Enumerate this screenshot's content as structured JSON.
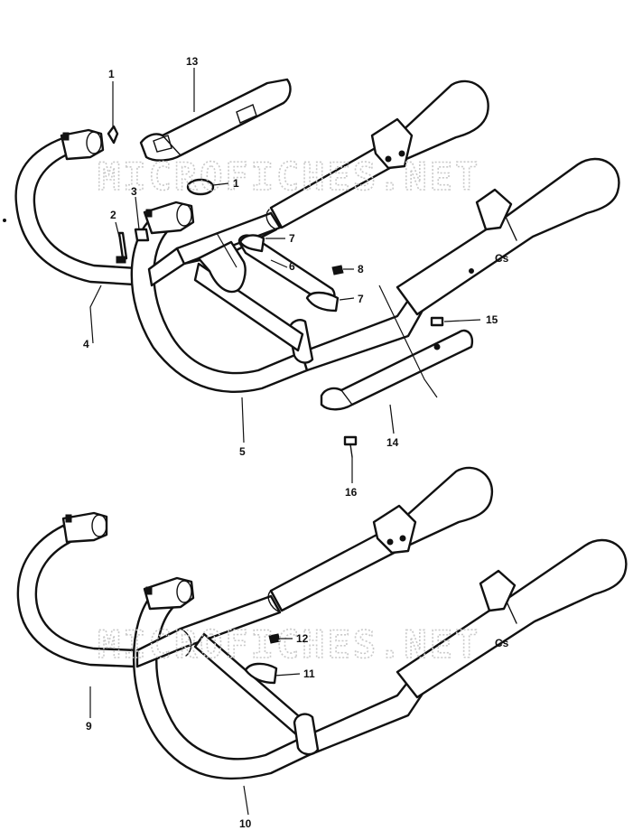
{
  "watermark": "MICROFICHES.NET",
  "callouts": {
    "c1a": "1",
    "c1b": "1",
    "c2": "2",
    "c3": "3",
    "c4": "4",
    "c5": "5",
    "c6": "6",
    "c7a": "7",
    "c7b": "7",
    "c8": "8",
    "c9": "9",
    "c10": "10",
    "c11": "11",
    "c12": "12",
    "c13": "13",
    "c14": "14",
    "c15": "15",
    "c16": "16"
  },
  "colors": {
    "line": "#111111",
    "watermark": "#c9c9c9",
    "background": "#ffffff"
  }
}
